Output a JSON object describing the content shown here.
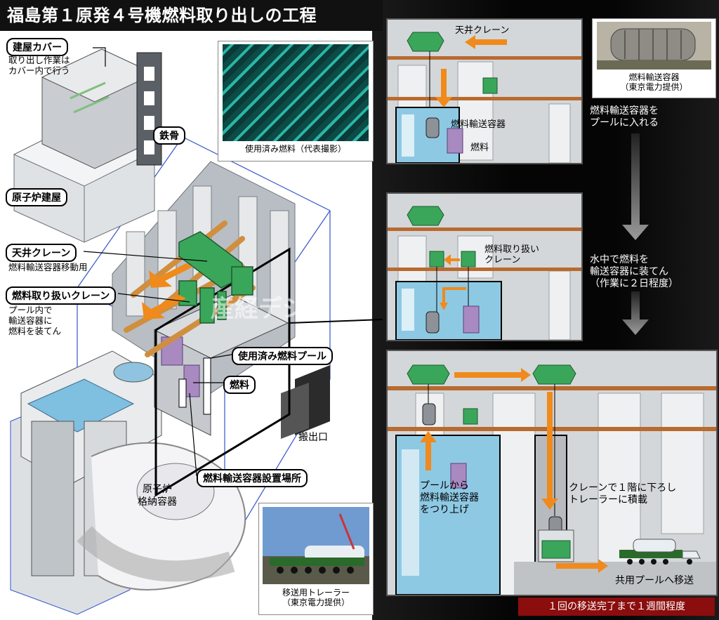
{
  "title": "福島第１原発４号機燃料取り出しの工程",
  "labels": {
    "cover": "建屋カバー",
    "cover_note": "取り出し作業は\nカバー内で行う",
    "steel": "鉄骨",
    "reactor_building": "原子炉建屋",
    "ceiling_crane": "天井クレーン",
    "ceiling_crane_note": "燃料輸送容器移動用",
    "fuel_handling_crane": "燃料取り扱いクレーン",
    "fuel_handling_note": "プール内で\n輸送容器に\n燃料を装てん",
    "spent_pool": "使用済み燃料プール",
    "fuel": "燃料",
    "exit": "搬出口",
    "cask_area": "燃料輸送容器設置場所",
    "containment": "原子炉\n格納容器",
    "watermark": "産経デジタル"
  },
  "photos": {
    "spent_fuel_caption": "使用済み燃料（代表撮影）",
    "cask_caption": "燃料輸送容器\n（東京電力提供）",
    "trailer_caption": "移送用トレーラー\n（東京電力提供）"
  },
  "panels": {
    "p1": {
      "crane": "天井クレーン",
      "cask": "燃料輸送容器",
      "fuel": "燃料"
    },
    "p2": {
      "fuel_crane": "燃料取り扱い\nクレーン"
    },
    "p3": {
      "lift": "プールから\n燃料輸送容器\nをつり上げ",
      "lower": "クレーンで１階に下ろし\nトレーラーに積載",
      "ship": "共用プールへ移送"
    }
  },
  "steps": {
    "step1": "燃料輸送容器を\nプールに入れる",
    "step2": "水中で燃料を\n輸送容器に装てん\n（作業に２日程度）"
  },
  "footer": "１回の移送完了まで１週間程度",
  "colors": {
    "crane": "#3aa65a",
    "arrow": "#f08a1c",
    "pool": "#8ec9e4",
    "fuel": "#a889c0",
    "badge": "#8b0d0d",
    "rail": "#b86a2f"
  }
}
